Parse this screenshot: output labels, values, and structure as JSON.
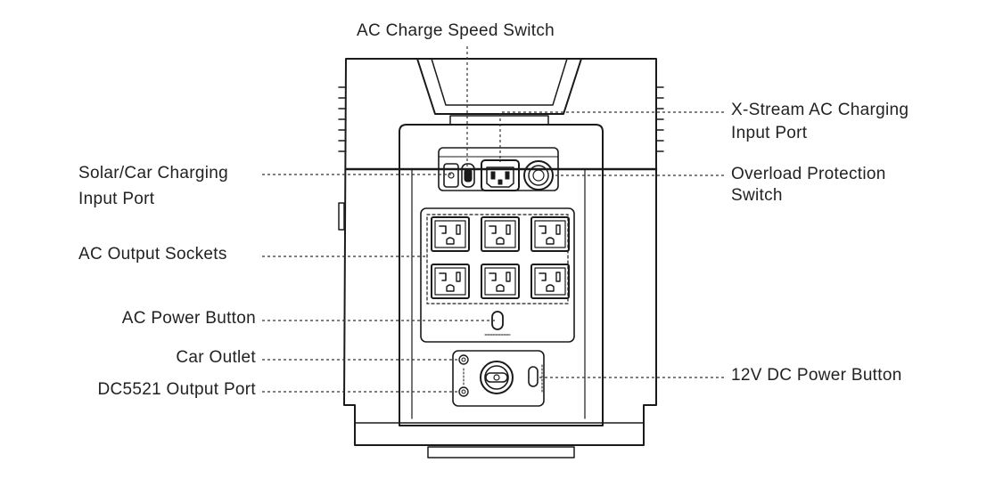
{
  "callouts": {
    "ac_charge_speed_switch": "AC Charge Speed Switch",
    "xstream_line1": "X-Stream AC Charging",
    "xstream_line2": "Input Port",
    "solar_line1": "Solar/Car Charging",
    "solar_line2": "Input Port",
    "overload_line1": "Overload Protection",
    "overload_line2": "Switch",
    "ac_output_sockets": "AC Output Sockets",
    "ac_power_button": "AC Power Button",
    "car_outlet": "Car Outlet",
    "dc5521_output_port": "DC5521 Output Port",
    "dc_power_button": "12V DC Power Button"
  },
  "device": {
    "socket_count": 6,
    "socket_rows": 2,
    "socket_cols": 3
  },
  "colors": {
    "outline": "#1a1a1a",
    "leader": "#333333",
    "background": "#ffffff"
  }
}
